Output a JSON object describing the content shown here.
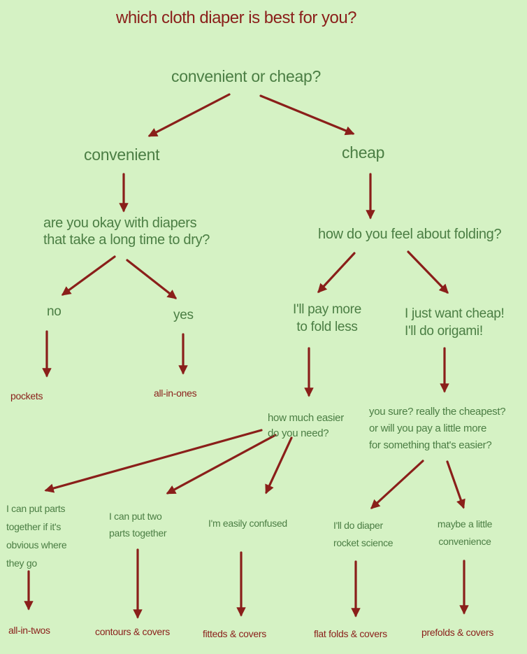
{
  "title": "which cloth diaper is best for you?",
  "root_question": "convenient or cheap?",
  "convenient": {
    "label": "convenient",
    "question_line1": "are you okay with diapers",
    "question_line2": "that take a long time to dry?",
    "no": {
      "label": "no",
      "result": "pockets"
    },
    "yes": {
      "label": "yes",
      "result": "all-in-ones"
    }
  },
  "cheap": {
    "label": "cheap",
    "question": "how do you feel about folding?",
    "pay_more": {
      "line1": "I'll pay more",
      "line2": "to fold less",
      "question_line1": "how much easier",
      "question_line2": "do you need?",
      "options": [
        {
          "lines": [
            "I can put parts",
            "together if it's",
            "obvious where",
            "they go"
          ],
          "result": "all-in-twos"
        },
        {
          "lines": [
            "I can put two",
            "parts together"
          ],
          "result": "contours & covers"
        },
        {
          "lines": [
            "I'm easily confused"
          ],
          "result": "fitteds & covers"
        }
      ]
    },
    "origami": {
      "line1": "I just want cheap!",
      "line2": "I'll do origami!",
      "question_line1": "you sure? really the cheapest?",
      "question_line2": "or will you pay a little more",
      "question_line3": "for something that's easier?",
      "options": [
        {
          "lines": [
            "I'll do diaper",
            "rocket science"
          ],
          "result": "flat folds & covers"
        },
        {
          "lines": [
            "maybe a little",
            "convenience"
          ],
          "result": "prefolds & covers"
        }
      ]
    }
  },
  "colors": {
    "background": "#d5f2c4",
    "question_text": "#4b7e44",
    "title_and_results": "#8a1f1a",
    "arrows": "#8a1f1a"
  }
}
